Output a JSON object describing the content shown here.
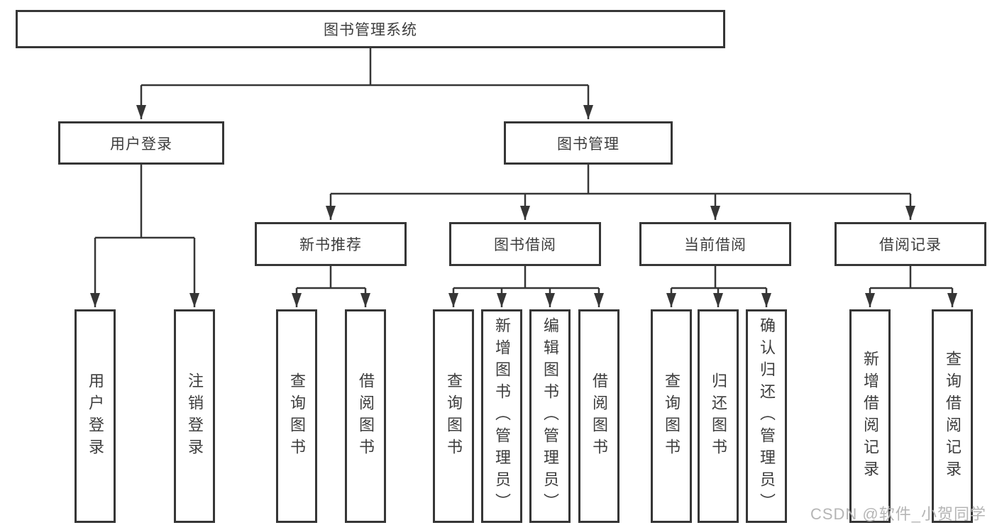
{
  "diagram_title": "图书管理系统",
  "colors": {
    "line": "#363636",
    "box_border": "#363636",
    "text": "#3d3d3d",
    "background": "#ffffff",
    "watermark": "#b5b5b5"
  },
  "nodes": {
    "root": {
      "label": "图书管理系统"
    },
    "userLogin": {
      "label": "用户登录"
    },
    "bookManagement": {
      "label": "图书管理"
    },
    "userLoginLeaf": {
      "label": "用户登录"
    },
    "logoutLeaf": {
      "label": "注销登录"
    },
    "newBookRecommend": {
      "label": "新书推荐"
    },
    "bookBorrowing": {
      "label": "图书借阅"
    },
    "currentBorrowing": {
      "label": "当前借阅"
    },
    "borrowingRecords": {
      "label": "借阅记录"
    },
    "nbrQueryBooks": {
      "label": "查询图书"
    },
    "nbrBorrowBooks": {
      "label": "借阅图书"
    },
    "bbQueryBooks": {
      "label": "查询图书"
    },
    "bbAddBook": {
      "label": "新增图书（管理员）"
    },
    "bbEditBook": {
      "label": "编辑图书（管理员）"
    },
    "bbBorrowBooks": {
      "label": "借阅图书"
    },
    "cbQueryBooks": {
      "label": "查询图书"
    },
    "cbReturnBooks": {
      "label": "归还图书"
    },
    "cbConfirmReturn": {
      "label": "确认归还（管理员）"
    },
    "brAddRecord": {
      "label": "新增借阅记录"
    },
    "brQueryRecord": {
      "label": "查询借阅记录"
    }
  },
  "hierarchy": {
    "图书管理系统": {
      "用户登录": [
        "用户登录",
        "注销登录"
      ],
      "图书管理": {
        "新书推荐": [
          "查询图书",
          "借阅图书"
        ],
        "图书借阅": [
          "查询图书",
          "新增图书（管理员）",
          "编辑图书（管理员）",
          "借阅图书"
        ],
        "当前借阅": [
          "查询图书",
          "归还图书",
          "确认归还（管理员）"
        ],
        "借阅记录": [
          "新增借阅记录",
          "查询借阅记录"
        ]
      }
    }
  },
  "watermark": {
    "text": "CSDN @软件_小贺同学"
  }
}
